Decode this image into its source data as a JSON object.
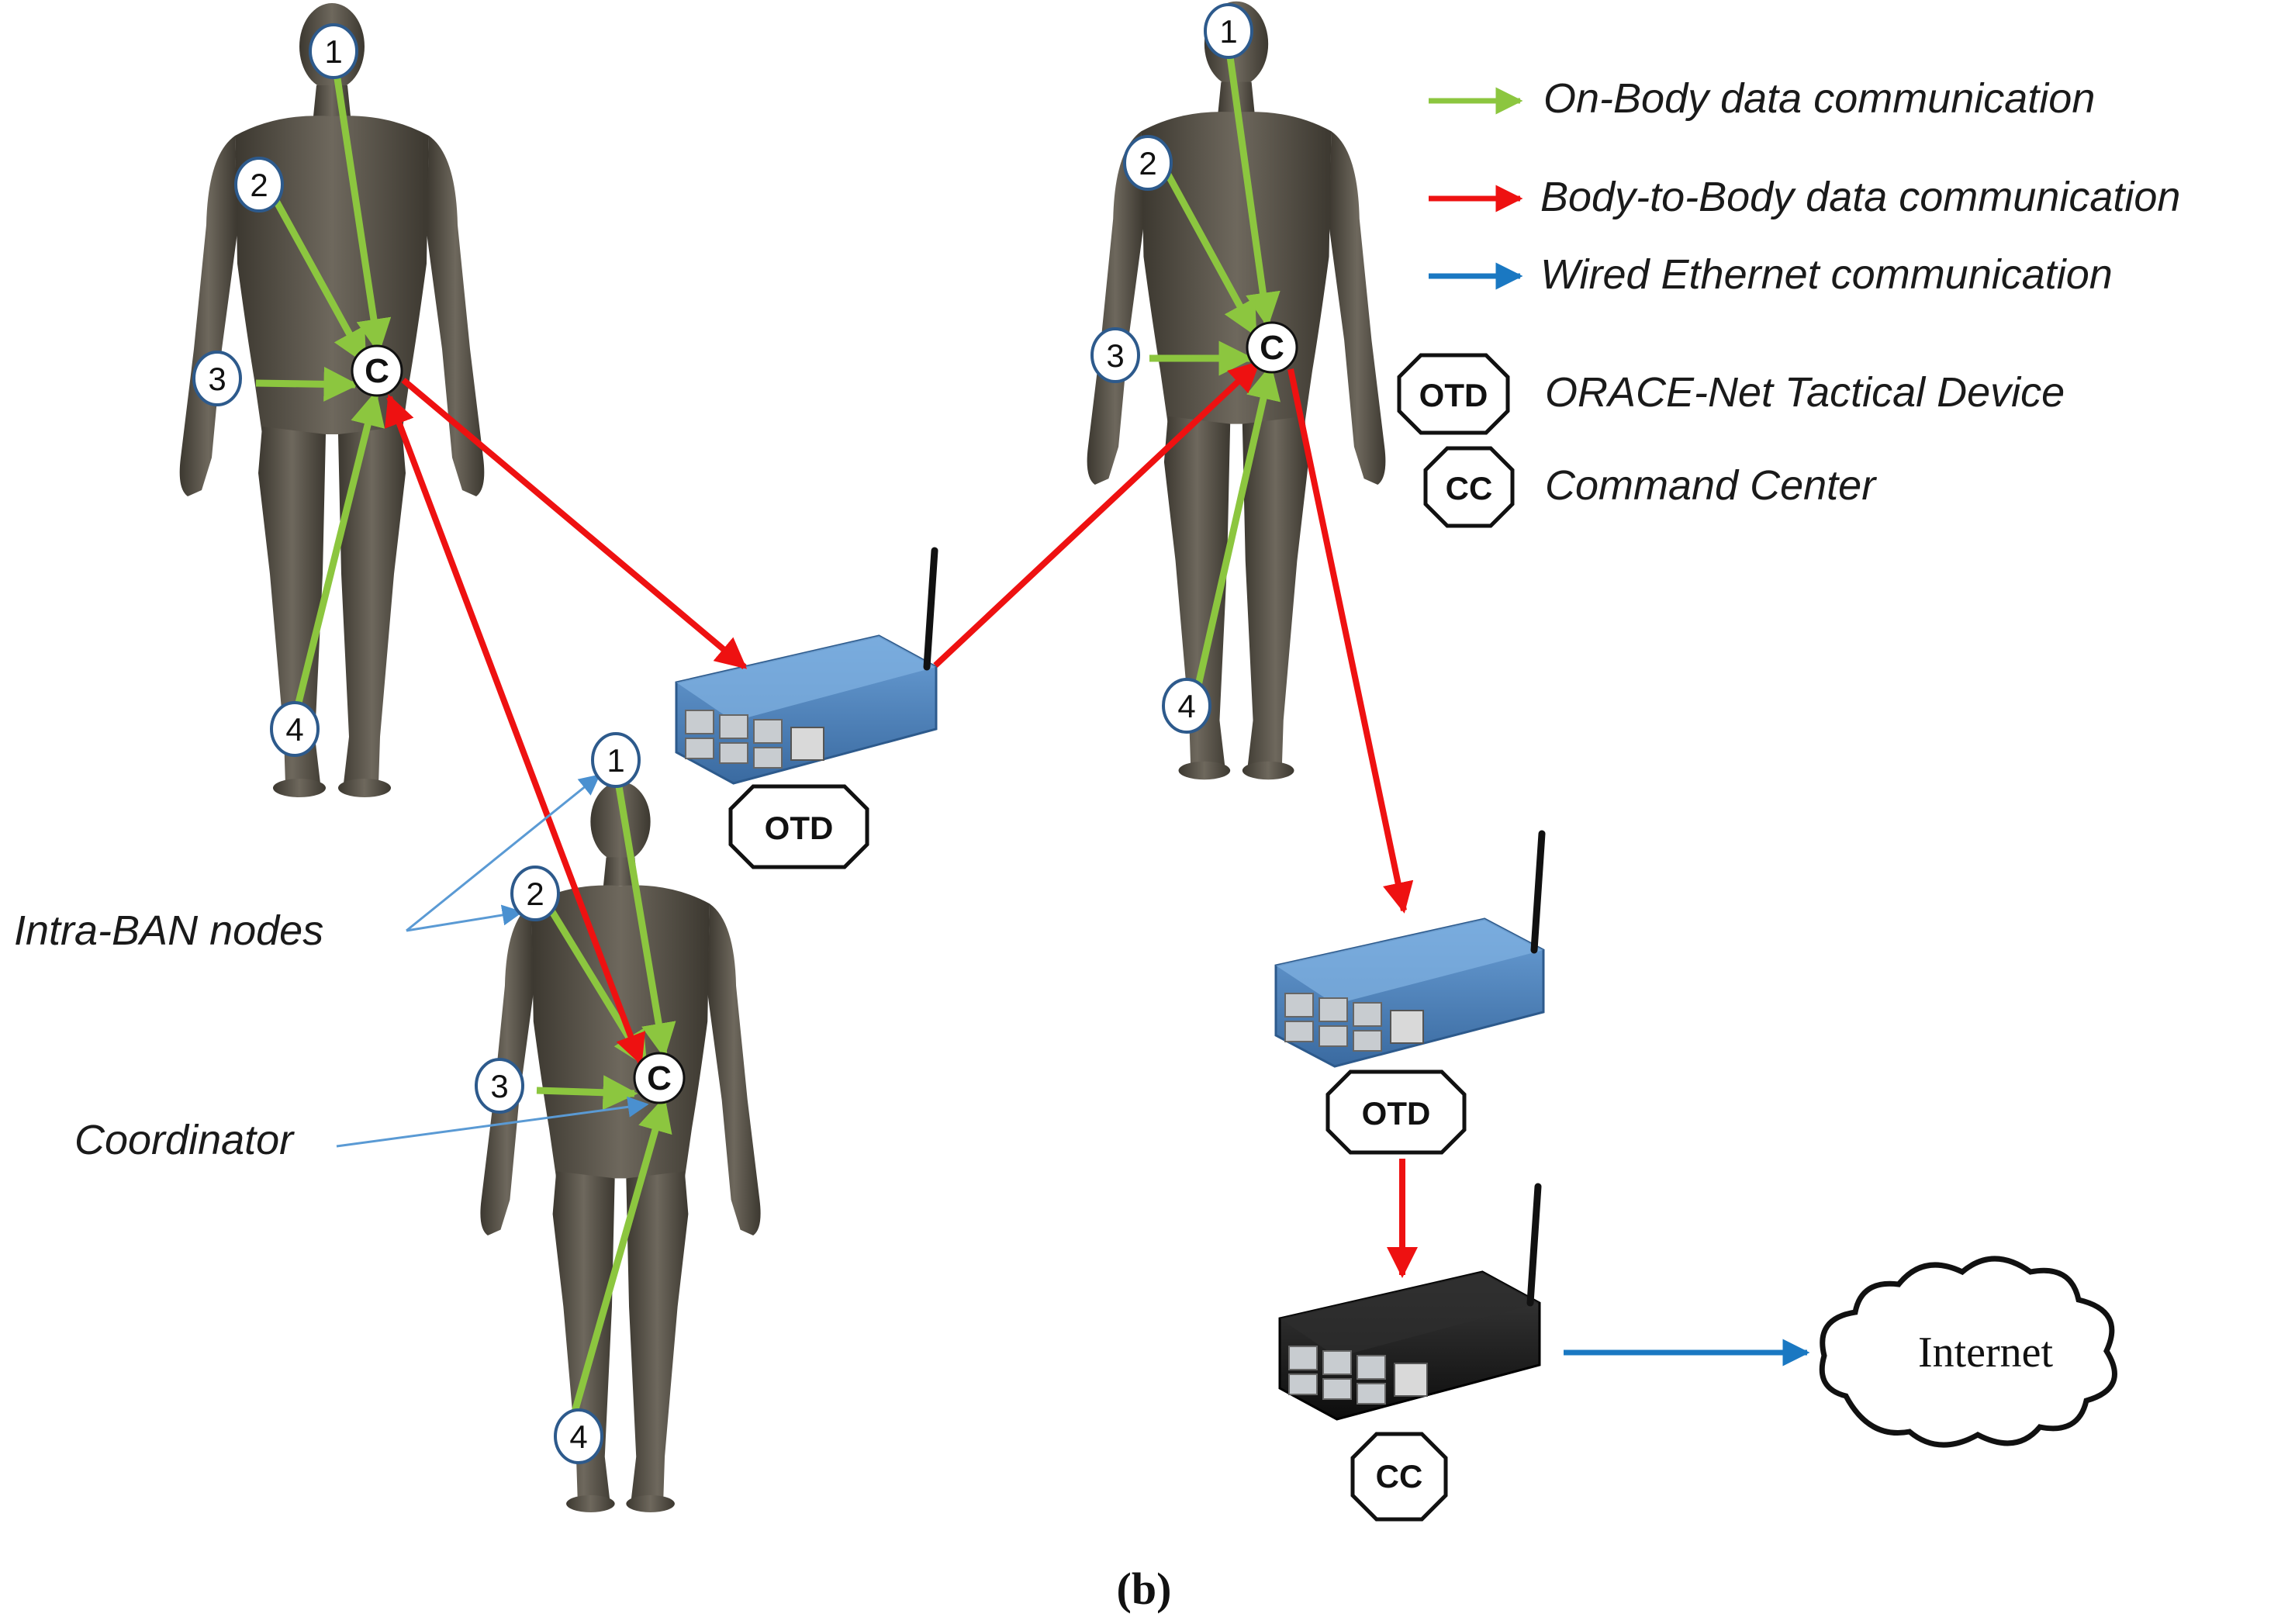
{
  "legend": {
    "on_body": "On-Body data communication",
    "body_to_body": "Body-to-Body data communication",
    "wired": "Wired Ethernet communication",
    "otd_badge": "OTD",
    "otd_desc": "ORACE-Net Tactical Device",
    "cc_badge": "CC",
    "cc_desc": "Command Center"
  },
  "colors": {
    "on_body": "#8cc63f",
    "body_to_body": "#ee1111",
    "wired": "#1a78c2",
    "human": "#575248",
    "otd_case": "#4a7fb8",
    "cc_case": "#1a1a1a"
  },
  "coordinator_label": "C",
  "node_labels": [
    "1",
    "2",
    "3",
    "4"
  ],
  "annotations": {
    "intra_ban": "Intra-BAN nodes",
    "coordinator": "Coordinator"
  },
  "devices": {
    "otd_label": "OTD",
    "cc_label": "CC",
    "cloud_label": "Internet"
  },
  "caption": "(b)"
}
